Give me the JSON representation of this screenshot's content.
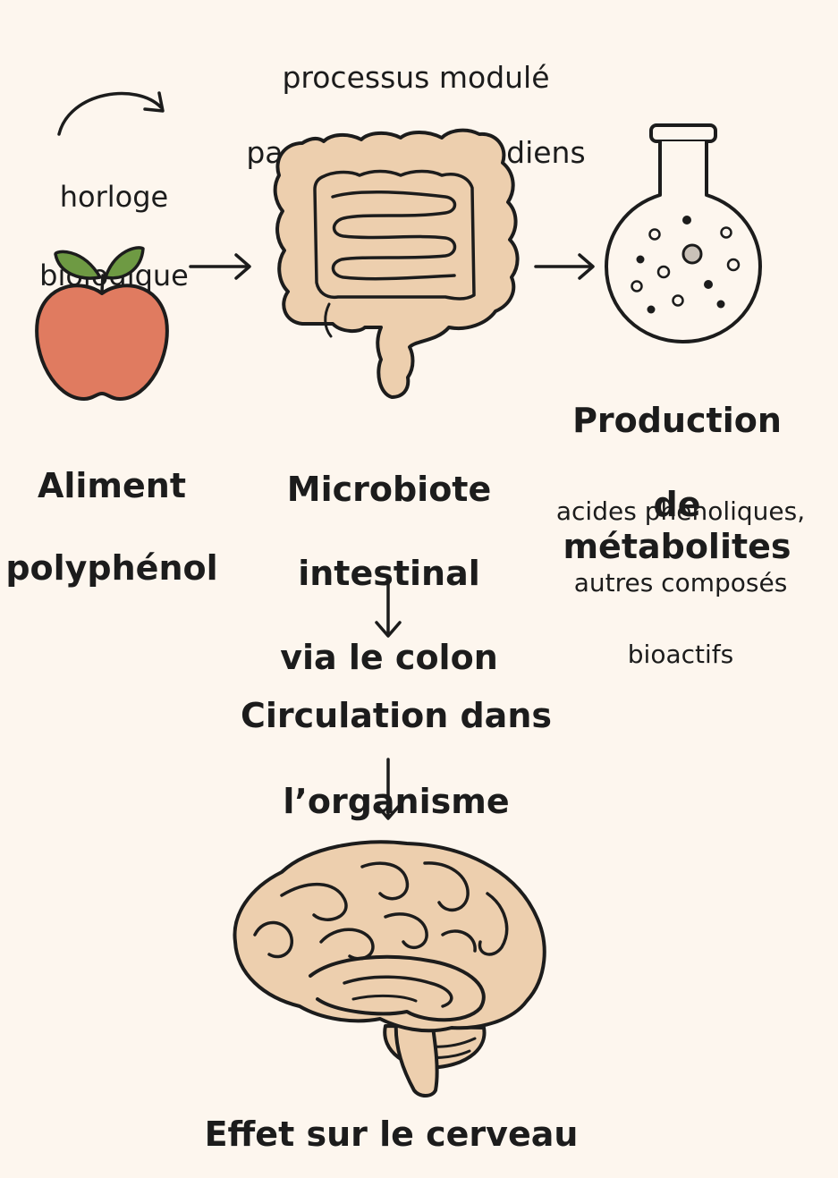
{
  "top_note": {
    "line1": "processus modulé",
    "line2": "par rythmes circadiens"
  },
  "clock_label": {
    "line1": "horloge",
    "line2": "biologique"
  },
  "food": {
    "title_line1": "Aliment",
    "title_line2": "polyphénol",
    "icon": "apple-icon"
  },
  "microbiota": {
    "title_line1": "Microbiote",
    "title_line2": "intestinal",
    "title_line3": "via le colon",
    "icon": "intestine-icon"
  },
  "metabolites": {
    "title_line1": "Production",
    "title_line2": "de métabolites",
    "desc_line1": "acides phénoliques,",
    "desc_line2": "autres composés",
    "desc_line3": "bioactifs",
    "icon": "flask-icon"
  },
  "circulation": {
    "title_line1": "Circulation dans",
    "title_line2": "l’organisme"
  },
  "brain": {
    "title": "Effet sur le cerveau",
    "icon": "brain-icon"
  },
  "colors": {
    "background": "#fdf6ee",
    "apple": "#e07b60",
    "leaf": "#6e9a43",
    "organ": "#edcfae",
    "ink": "#1c1c1c"
  }
}
